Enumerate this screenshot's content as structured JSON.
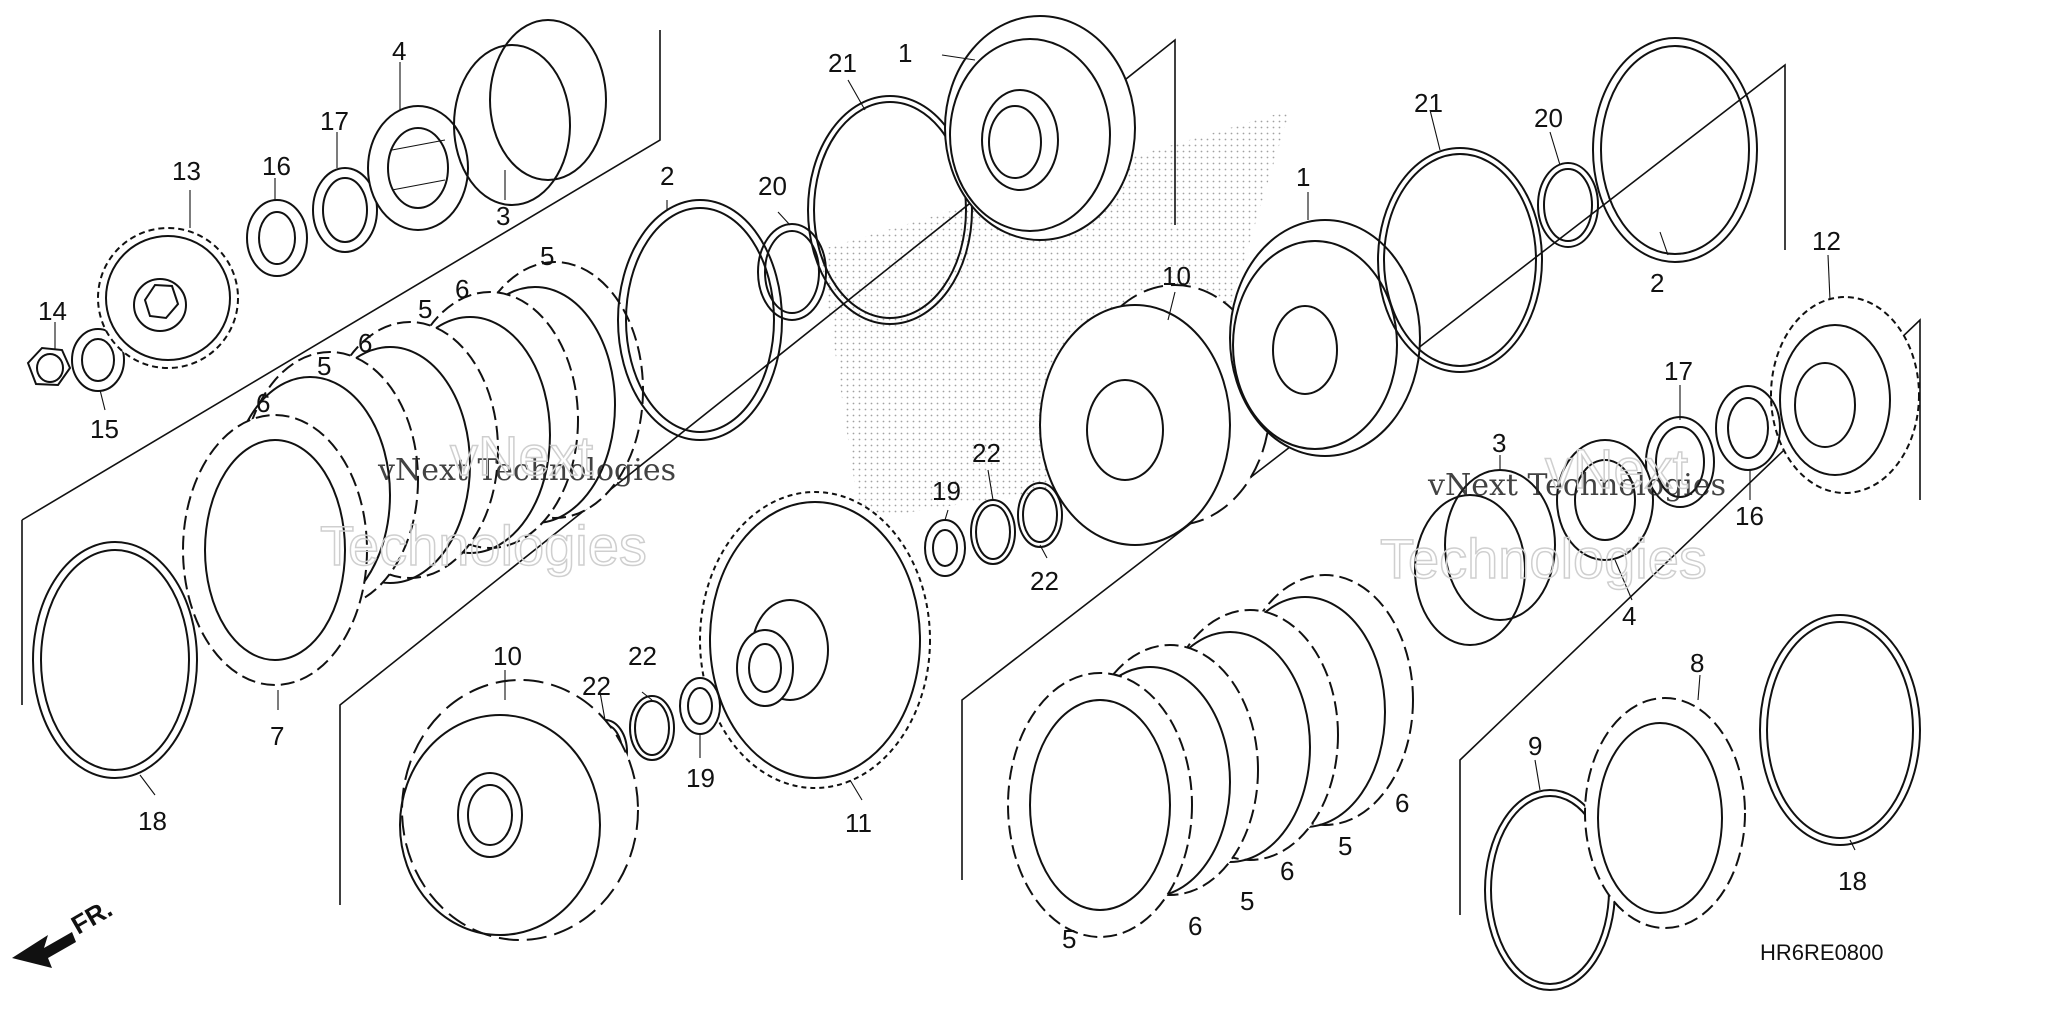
{
  "labels": {
    "c1a": "1",
    "c1b": "1",
    "c2a": "2",
    "c2b": "2",
    "c3a": "3",
    "c3b": "3",
    "c4a": "4",
    "c4b": "4",
    "c5a": "5",
    "c5b": "5",
    "c5c": "5",
    "c5d": "5",
    "c5e": "5",
    "c5f": "5",
    "c6a": "6",
    "c6b": "6",
    "c6c": "6",
    "c6d": "6",
    "c6e": "6",
    "c6f": "6",
    "c7": "7",
    "c8": "8",
    "c9": "9",
    "c10a": "10",
    "c10b": "10",
    "c11": "11",
    "c12": "12",
    "c13": "13",
    "c14": "14",
    "c15": "15",
    "c16a": "16",
    "c16b": "16",
    "c17a": "17",
    "c17b": "17",
    "c18a": "18",
    "c18b": "18",
    "c19a": "19",
    "c19b": "19",
    "c20a": "20",
    "c20b": "20",
    "c21a": "21",
    "c21b": "21",
    "c22a": "22",
    "c22b": "22",
    "c22c": "22",
    "c22d": "22"
  },
  "diagram_code": "HR6RE0800",
  "direction_label": "FR.",
  "watermark": {
    "line1": "vNext Technologies",
    "line2a": "vNext",
    "line2b": "Technologies"
  }
}
